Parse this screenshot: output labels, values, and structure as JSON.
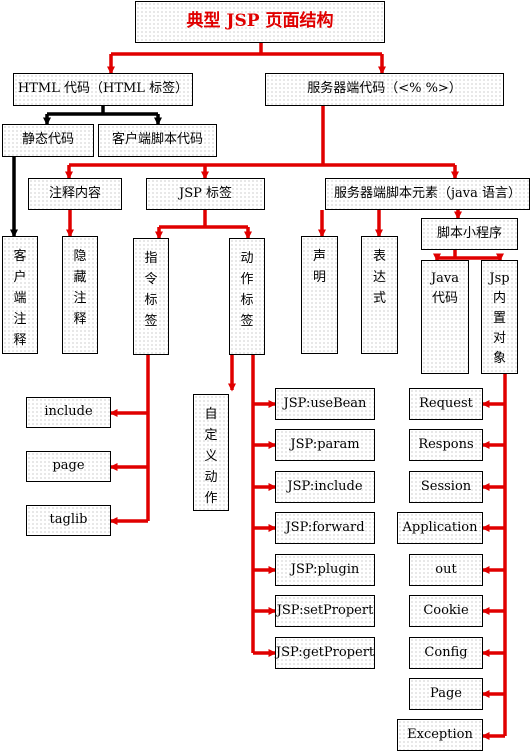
{
  "title": "典型 JSP 页面结构",
  "html_code": "HTML 代码（HTML 标签）",
  "server_code": "服务器端代码（<%       %>）",
  "static_code": "静态代码",
  "client_script": "客户端脚本代码",
  "comment_content": "注释内容",
  "jsp_tag": "JSP 标签",
  "server_script_element": "服务器端脚本元素（java 语言）",
  "scriptlet": "脚本小程序",
  "client_comment": "客户端注释",
  "hidden_comment": "隐藏注释",
  "directive_tag": "指令标签",
  "action_tag": "动作标签",
  "declaration": "声明",
  "expression": "表达式",
  "java_code": [
    "Java",
    "代码"
  ],
  "jsp_builtin": [
    "Jsp",
    "内",
    "置",
    "对",
    "象"
  ],
  "custom_action": "自定义动作",
  "directives": [
    "include",
    "page",
    "taglib"
  ],
  "actions": [
    "JSP:useBean",
    "JSP:param",
    "JSP:include",
    "JSP:forward",
    "JSP:plugin",
    "JSP:setPropert",
    "JSP:getPropert"
  ],
  "objects": [
    "Request",
    "Respons",
    "Session",
    "Application",
    "out",
    "Cookie",
    "Config",
    "Page",
    "Exception"
  ],
  "colors": {
    "red": "#e00000",
    "black": "#000000"
  }
}
